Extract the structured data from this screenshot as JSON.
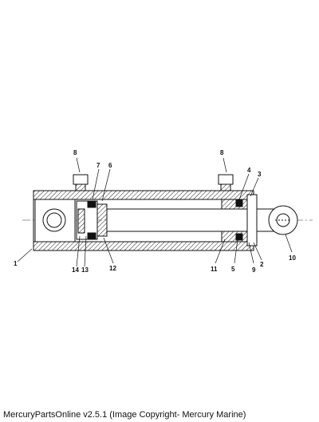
{
  "diagram": {
    "callouts": {
      "n1": "1",
      "n2": "2",
      "n3": "3",
      "n4": "4",
      "n5": "5",
      "n6": "6",
      "n7": "7",
      "n8a": "8",
      "n8b": "8",
      "n9": "9",
      "n10": "10",
      "n11": "11",
      "n12": "12",
      "n13": "13",
      "n14": "14"
    }
  },
  "footer": {
    "text": "MercuryPartsOnline v2.5.1 (Image Copyright- Mercury Marine)"
  }
}
